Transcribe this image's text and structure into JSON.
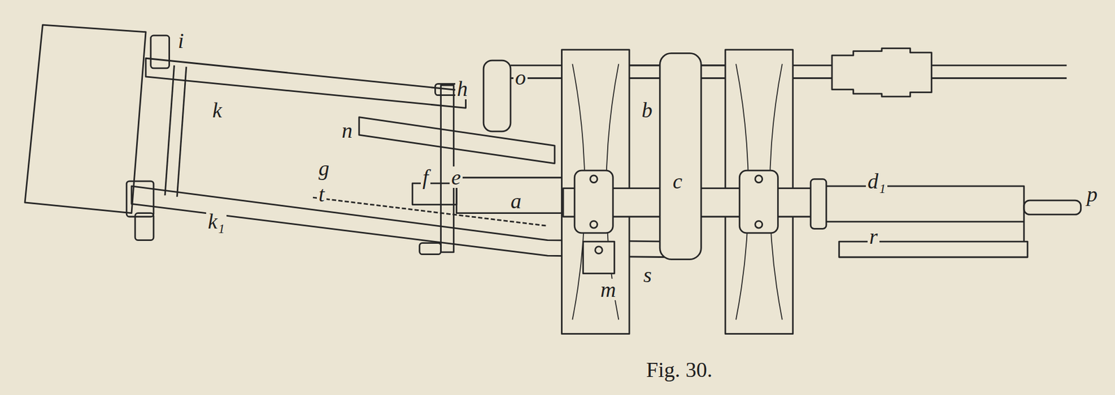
{
  "diagram": {
    "caption": "Fig. 30.",
    "labels": [
      "i",
      "k",
      "h",
      "n",
      "g",
      "t",
      "f",
      "e",
      "a",
      "o",
      "b",
      "c",
      "d₁",
      "p",
      "k₁",
      "s",
      "m",
      "r"
    ]
  }
}
